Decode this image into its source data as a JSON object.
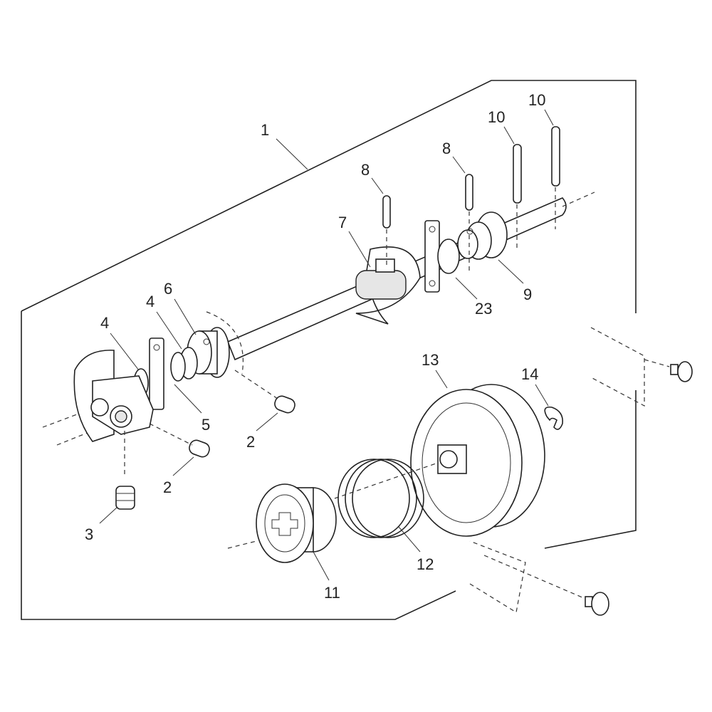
{
  "diagram": {
    "title": "Shaft assembly exploded view",
    "callouts": [
      {
        "id": "c1",
        "text": "1"
      },
      {
        "id": "c8a",
        "text": "8"
      },
      {
        "id": "c8b",
        "text": "8"
      },
      {
        "id": "c10a",
        "text": "10"
      },
      {
        "id": "c10b",
        "text": "10"
      },
      {
        "id": "c7",
        "text": "7"
      },
      {
        "id": "c9",
        "text": "9"
      },
      {
        "id": "c23",
        "text": "23"
      },
      {
        "id": "c6",
        "text": "6"
      },
      {
        "id": "c4a",
        "text": "4"
      },
      {
        "id": "c4b",
        "text": "4"
      },
      {
        "id": "c5",
        "text": "5"
      },
      {
        "id": "c2a",
        "text": "2"
      },
      {
        "id": "c2b",
        "text": "2"
      },
      {
        "id": "c3",
        "text": "3"
      },
      {
        "id": "c13",
        "text": "13"
      },
      {
        "id": "c14",
        "text": "14"
      },
      {
        "id": "c12",
        "text": "12"
      },
      {
        "id": "c11",
        "text": "11"
      }
    ]
  }
}
